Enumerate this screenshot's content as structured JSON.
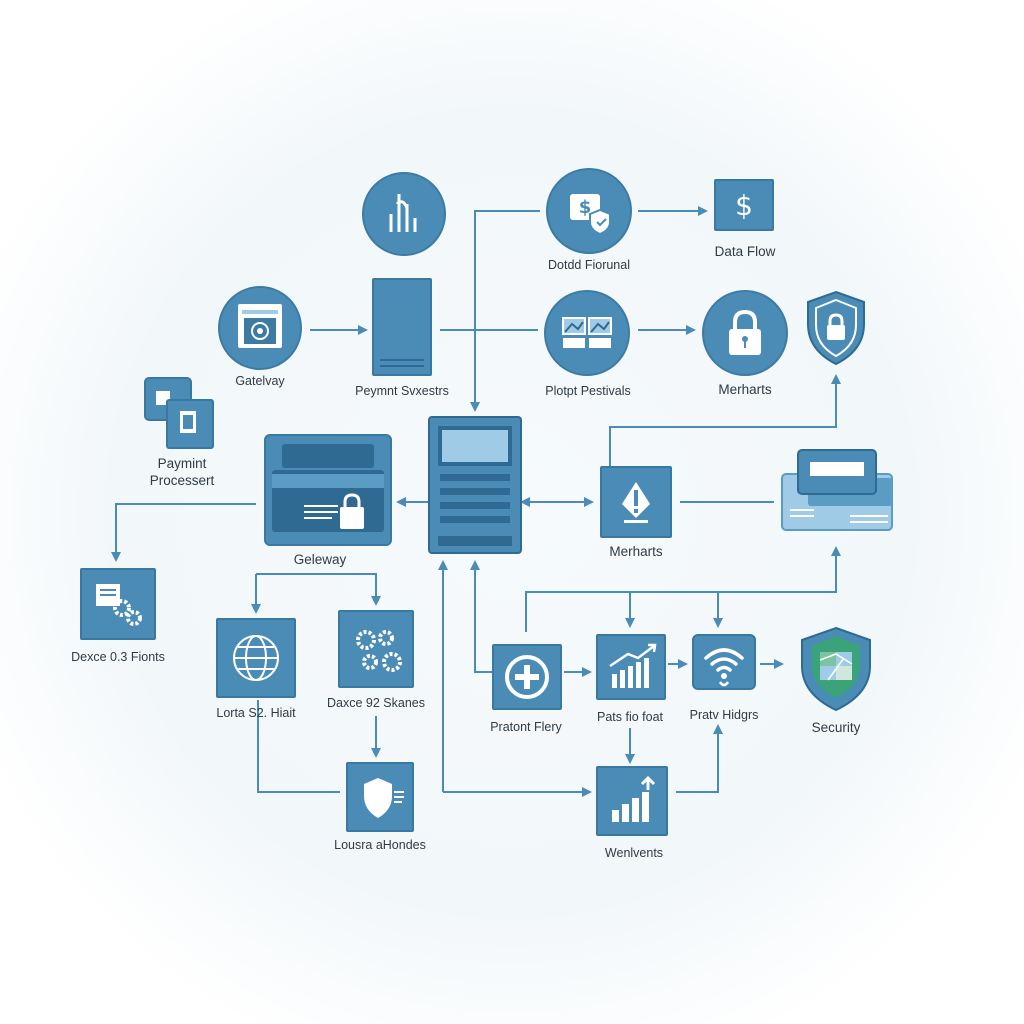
{
  "labels": {
    "dotdd_fiorunal": "Dotdd Fiorunal",
    "data_flow": "Data Flow",
    "gateway_top": "Gatelvay",
    "payment_svxestrs": "Peymnt Svxestrs",
    "plotpt_pestivals": "Plotpt Pestivals",
    "merhants_top": "Merharts",
    "payment_processer_line1": "Paymint",
    "payment_processer_line2": "Processert",
    "gateway_mid": "Geleway",
    "merhants_mid": "Merharts",
    "device_fionts": "Dexce 0.3 Fionts",
    "lorta_hiait": "Lorta S2. Hiait",
    "dexce_skanes": "Daxce 92 Skanes",
    "pationt_flery": "Pratont Flery",
    "pats_fio_foat": "Pats fio foat",
    "pratv_hidgrs": "Pratv Hidgrs",
    "security": "Security",
    "lousra_hondes": "Lousra aHondes",
    "wenlvents": "Wenlvents"
  },
  "icons": {
    "chart_circle": "bar-chart-icon",
    "shield_money_circle": "shield-money-icon",
    "dollar_square": "dollar-icon",
    "gateway_circle": "device-icon",
    "server_box": "server-icon",
    "images_circle": "images-icon",
    "lock_circle": "lock-icon",
    "shield_lock": "shield-lock-icon",
    "documents_pair": "documents-icon",
    "card_lock": "card-lock-icon",
    "main_server": "server-icon",
    "warning_box": "warning-icon",
    "cards_stack": "cards-icon",
    "device_gears": "gears-document-icon",
    "globe_box": "globe-icon",
    "gears_box": "gears-icon",
    "plus_box": "plus-icon",
    "trend_box": "trend-chart-icon",
    "wifi_box": "wifi-icon",
    "shield_green": "shield-map-icon",
    "shield_box": "shield-icon",
    "bars_box": "bar-growth-icon"
  },
  "colors": {
    "primary": "#4a8cb6",
    "dark": "#2f6a93",
    "light": "#9fcbe6",
    "line": "#4a8cb6",
    "security_green": "#3aa37a"
  }
}
